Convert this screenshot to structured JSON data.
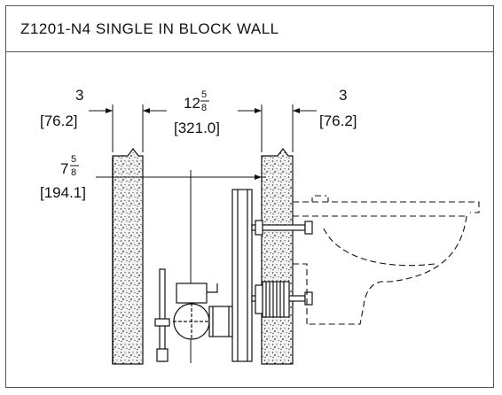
{
  "title": "Z1201-N4 SINGLE IN BLOCK WALL",
  "dimensions": {
    "left_wall": {
      "whole": "3",
      "metric": "[76.2]"
    },
    "cavity": {
      "whole": "12",
      "num": "5",
      "den": "8",
      "metric": "[321.0]"
    },
    "right_wall": {
      "whole": "3",
      "metric": "[76.2]"
    },
    "height": {
      "whole": "7",
      "num": "5",
      "den": "8",
      "metric": "[194.1]"
    }
  }
}
